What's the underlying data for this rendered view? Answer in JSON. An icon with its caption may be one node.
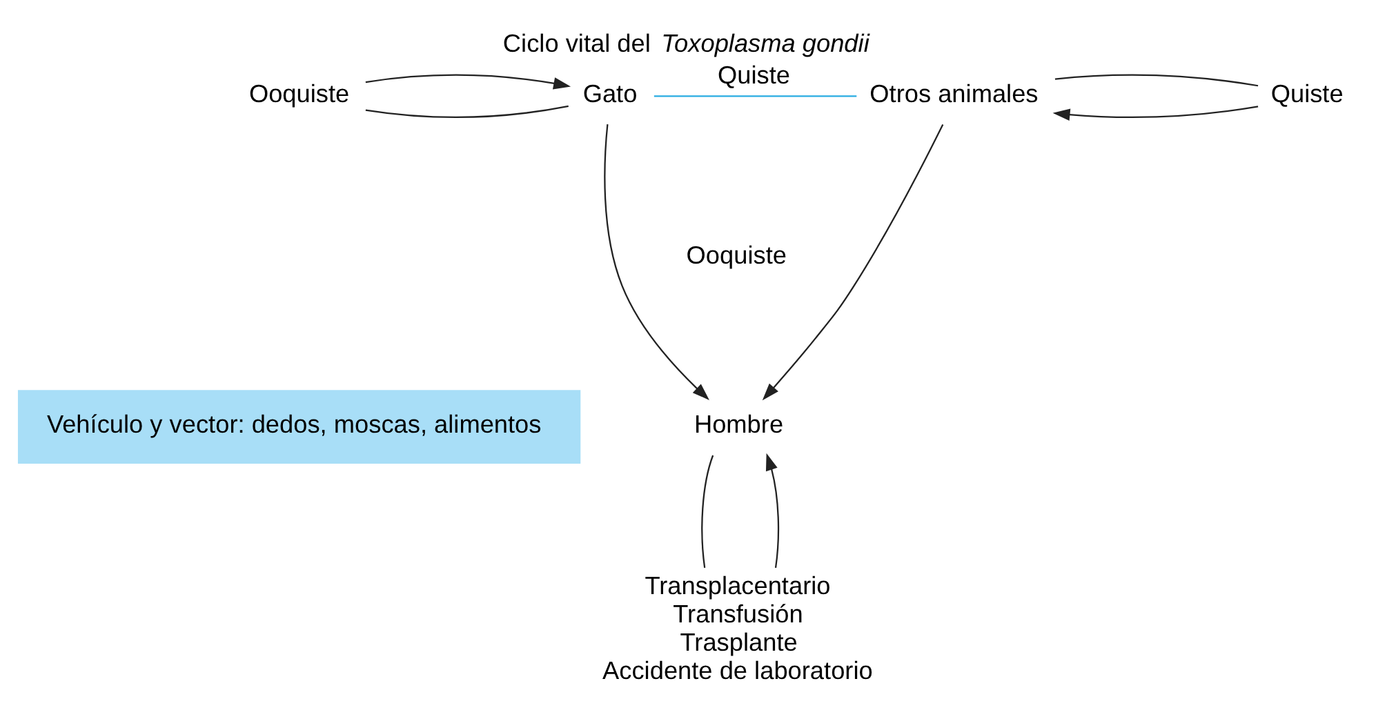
{
  "diagram": {
    "title": "Ciclo vital del *Toxoplasma gondii*",
    "nodes": [
      {
        "text": [
          "Ooquiste"
        ]
      },
      {
        "text": [
          "Gato"
        ]
      },
      {
        "text": [
          "Otros animales"
        ]
      },
      {
        "text": [
          "Quiste"
        ]
      },
      {
        "text": [
          "Hombre"
        ]
      },
      {
        "text": [
          "Transplacentario",
          "Transfusión",
          "Trasplante",
          "Accidente de laboratorio"
        ]
      },
      {
        "text": [
          "Vehículo y vector: dedos, moscas, alimentos"
        ]
      }
    ],
    "edges": [
      {
        "from": 0,
        "to": 1,
        "arrow": "none"
      },
      {
        "from": 0,
        "to": 1,
        "arrow": "to"
      },
      {
        "from": 1,
        "to": 2,
        "arrow": "none",
        "label": "Quiste",
        "color": "#29abe2"
      },
      {
        "from": 3,
        "to": 2,
        "arrow": "to"
      },
      {
        "from": 2,
        "to": 3,
        "arrow": "none"
      },
      {
        "from": 1,
        "to": 4,
        "arrow": "to"
      },
      {
        "from": 2,
        "to": 4,
        "arrow": "to"
      },
      {
        "from": 4,
        "to": 5,
        "arrow": "none"
      },
      {
        "from": 5,
        "to": 4,
        "arrow": "to"
      }
    ],
    "labels": [
      "Ooquiste"
    ]
  }
}
